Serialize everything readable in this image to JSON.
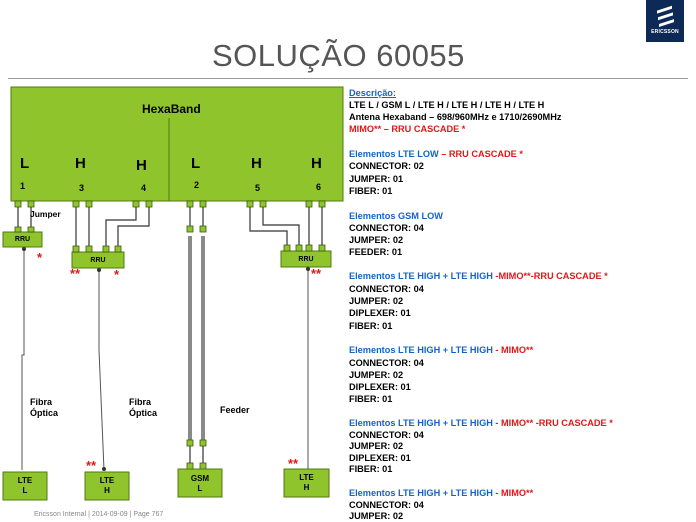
{
  "title": "SOLUÇÃO 60055",
  "logo": {
    "brand": "ERICSSON",
    "icon": "ericsson-logo-icon"
  },
  "antenna": {
    "name": "HexaBand",
    "bands": [
      "L",
      "H",
      "H",
      "L",
      "H",
      "H"
    ],
    "ports": [
      "1",
      "3",
      "4",
      "2",
      "5",
      "6"
    ]
  },
  "labels": {
    "jumper": "Jumper",
    "rru": "RRU",
    "fibra": "Fibra Óptica",
    "feeder": "Feeder",
    "star_single": "*",
    "star_double": "**"
  },
  "bottom_units": [
    {
      "line1": "LTE",
      "line2": "L"
    },
    {
      "line1": "LTE",
      "line2": "H"
    },
    {
      "line1": "GSM",
      "line2": "L"
    },
    {
      "line1": "LTE",
      "line2": "H"
    }
  ],
  "description": {
    "heading": "Descrição:",
    "line1": "LTE L / GSM L / LTE H / LTE H / LTE H / LTE H",
    "line2": "Antena Hexaband – 698/960MHz  e  1710/2690MHz",
    "line3": "MIMO** – RRU CASCADE *"
  },
  "sections": [
    {
      "title_blue": "Elementos  LTE LOW",
      "title_red": " – RRU CASCADE *",
      "items": [
        "CONNECTOR: 02",
        "JUMPER: 01",
        "FIBER: 01"
      ]
    },
    {
      "title_blue": "Elementos  GSM LOW",
      "title_red": "",
      "items": [
        "CONNECTOR: 04",
        "JUMPER: 02",
        "FEEDER: 01"
      ]
    },
    {
      "title_blue": "Elementos LTE HIGH + LTE HIGH ",
      "title_red": "-MIMO**-RRU CASCADE *",
      "items": [
        "CONNECTOR: 04",
        "JUMPER: 02",
        "DIPLEXER: 01",
        "FIBER: 01"
      ]
    },
    {
      "title_blue": "Elementos  LTE HIGH + LTE HIGH ",
      "title_red": "- MIMO**",
      "items": [
        "CONNECTOR: 04",
        "JUMPER: 02",
        "DIPLEXER: 01",
        "FIBER: 01"
      ]
    },
    {
      "title_blue": "Elementos  LTE HIGH + LTE HIGH ",
      "title_red": "- MIMO** -RRU CASCADE *",
      "items": [
        "CONNECTOR: 04",
        "JUMPER: 02",
        "DIPLEXER: 01",
        "FIBER: 01"
      ]
    },
    {
      "title_blue": "Elementos  LTE HIGH + LTE HIGH ",
      "title_red": "- MIMO**",
      "items": [
        "CONNECTOR: 04",
        "JUMPER: 02"
      ]
    }
  ],
  "footer": "Ericsson Internal  |  2014-09-09  |  Page 767",
  "colors": {
    "green": "#8fc42d",
    "green_dark": "#4f7a10",
    "blue": "#1563c8",
    "red": "#e01818",
    "feeder": "#8a8a8a"
  }
}
